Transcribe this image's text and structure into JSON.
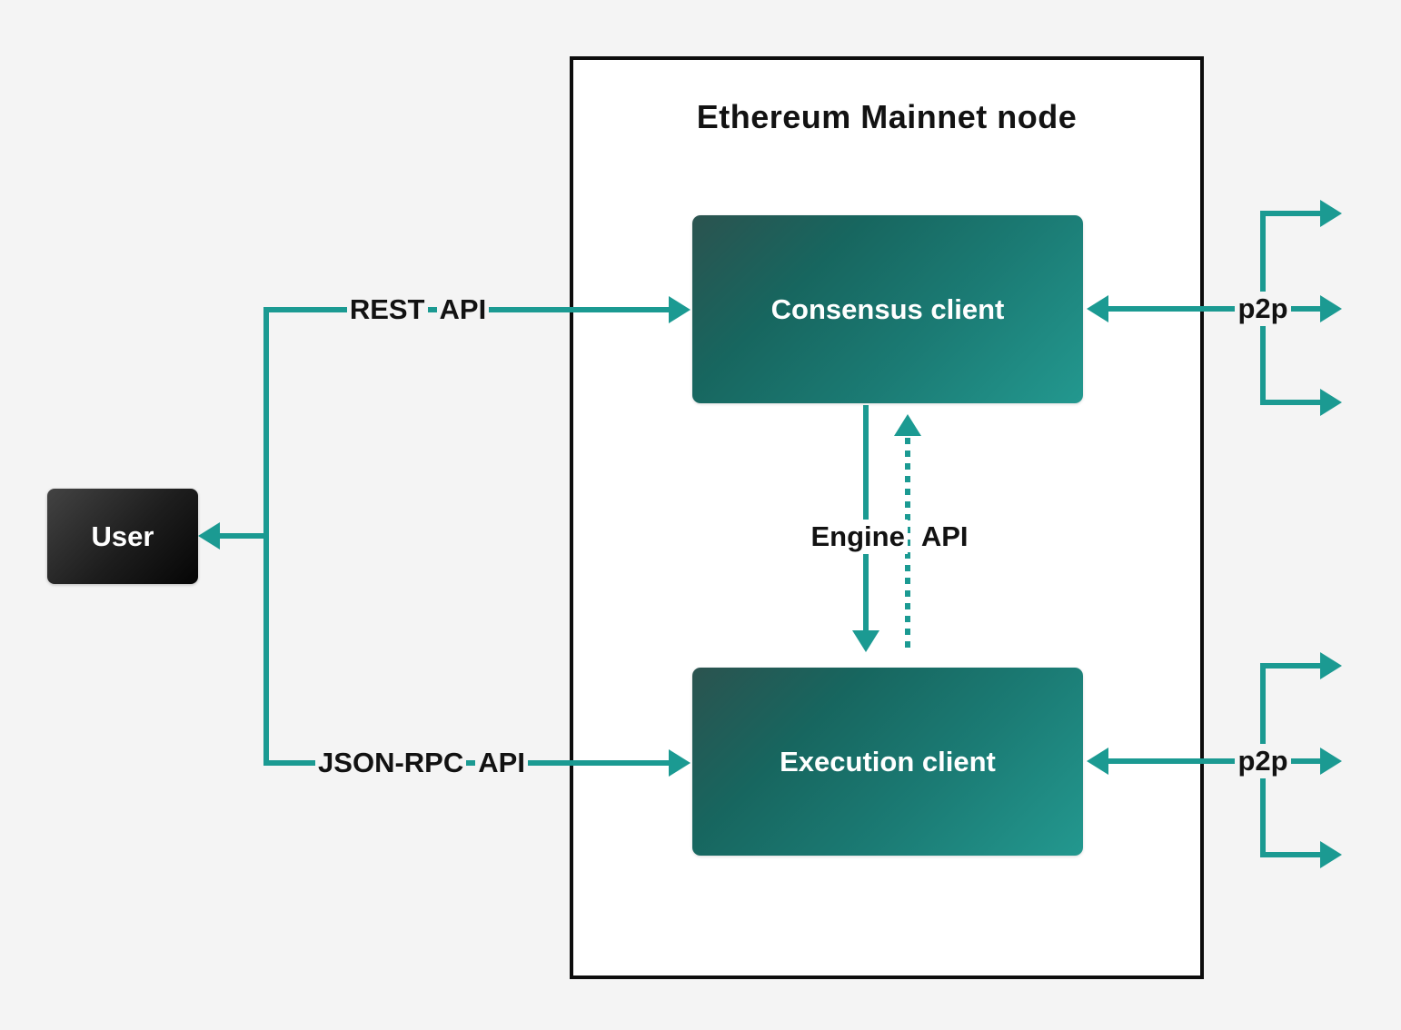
{
  "diagram": {
    "title": "Ethereum Mainnet node",
    "nodes": {
      "user": {
        "label": "User"
      },
      "consensus": {
        "label": "Consensus client"
      },
      "execution": {
        "label": "Execution client"
      }
    },
    "edges": {
      "rest_api": {
        "word1": "REST",
        "word2": "API"
      },
      "json_rpc_api": {
        "word1": "JSON-RPC",
        "word2": "API"
      },
      "engine_api": {
        "word1": "Engine",
        "word2": "API"
      },
      "p2p_top": {
        "label": "p2p"
      },
      "p2p_bottom": {
        "label": "p2p"
      }
    },
    "colors": {
      "bg": "#f4f4f4",
      "line_teal": "#1b9a92",
      "node_box_bg": "#ffffff",
      "node_box_border": "#0d0d0d",
      "client_gradient_start": "#2b534f",
      "client_gradient_end": "#23988f",
      "user_gradient_start": "#434343",
      "user_gradient_end": "#050505",
      "text_dark": "#121212"
    }
  }
}
